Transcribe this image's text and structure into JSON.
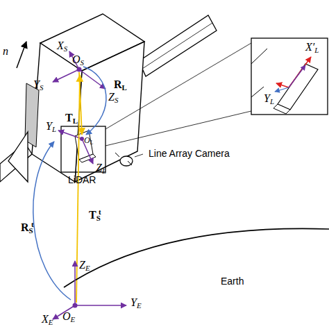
{
  "diagram": {
    "labels": [
      "n",
      "XS",
      "OS",
      "YS",
      "RL",
      "ZS",
      "TL",
      "OL",
      "YL",
      "ZL",
      "LiDAR",
      "Line Array Camera",
      "RSt",
      "TSt",
      "ZE",
      "YE",
      "XE",
      "OE",
      "Earth",
      "X′L",
      "YL"
    ]
  }
}
